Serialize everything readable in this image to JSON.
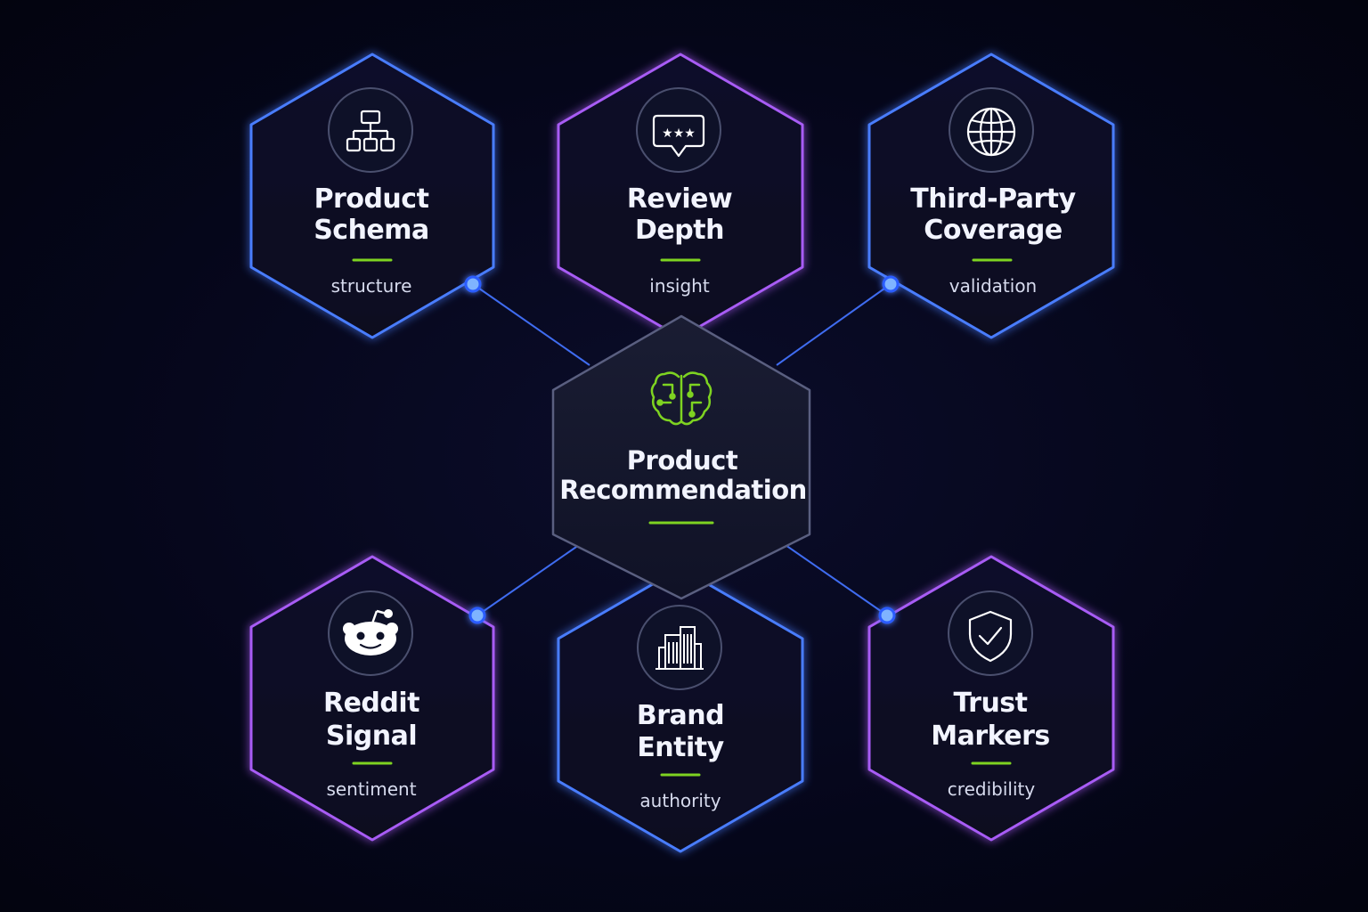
{
  "center": {
    "title_line1": "Product",
    "title_line2": "Recommendation",
    "icon": "brain-circuit-icon"
  },
  "nodes": [
    {
      "id": "product-schema",
      "title_line1": "Product",
      "title_line2": "Schema",
      "subtitle": "structure",
      "icon": "hierarchy-icon",
      "border": "#4a7dff"
    },
    {
      "id": "review-depth",
      "title_line1": "Review",
      "title_line2": "Depth",
      "subtitle": "insight",
      "icon": "star-rating-bubble-icon",
      "border": "#a85cf5"
    },
    {
      "id": "third-party-coverage",
      "title_line1": "Third-Party",
      "title_line2": "Coverage",
      "subtitle": "validation",
      "icon": "globe-icon",
      "border": "#4a7dff"
    },
    {
      "id": "reddit-signal",
      "title_line1": "Reddit",
      "title_line2": "Signal",
      "subtitle": "sentiment",
      "icon": "reddit-icon",
      "border": "#a85cf5"
    },
    {
      "id": "brand-entity",
      "title_line1": "Brand",
      "title_line2": "Entity",
      "subtitle": "authority",
      "icon": "building-icon",
      "border": "#4a7dff"
    },
    {
      "id": "trust-markers",
      "title_line1": "Trust",
      "title_line2": "Markers",
      "subtitle": "credibility",
      "icon": "shield-check-icon",
      "border": "#a85cf5"
    }
  ],
  "colors": {
    "background": "#05061a",
    "accent_green": "#7ed321",
    "blue": "#4a7dff",
    "purple": "#a85cf5",
    "connector": "#3f6cf0",
    "center_border": "#5a5f80"
  }
}
